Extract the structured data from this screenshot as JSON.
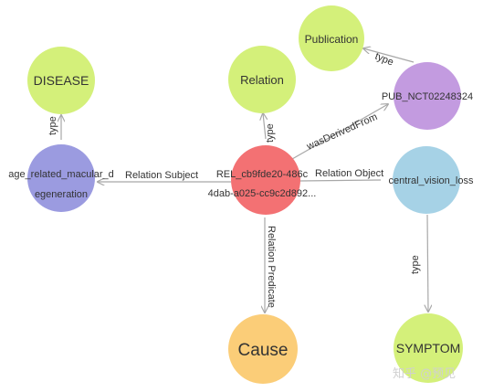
{
  "colors": {
    "disease": "#d4f07a",
    "relation_type": "#d4f07a",
    "publication": "#d4f07a",
    "symptom": "#d4f07a",
    "pub_node": "#c39be0",
    "condition": "#9b9be0",
    "relation_node": "#f37173",
    "central_vision": "#a6d2e6",
    "cause": "#fbcd78",
    "edge": "#a8a8a8"
  },
  "nodes": {
    "disease": "DISEASE",
    "relation": "Relation",
    "publication": "Publication",
    "pub_nct": "PUB_NCT02248324",
    "amd_line1": "age_related_macular_d",
    "amd_line2": "egeneration",
    "rel_line1": "REL_cb9fde20-486c",
    "rel_line2": "4dab-a025-cc9c2d892...",
    "central_vision_loss": "central_vision_loss",
    "cause": "Cause",
    "symptom": "SYMPTOM"
  },
  "edges": {
    "amd_type": "type",
    "rel_type": "type",
    "pub_type": "type",
    "was_derived_from": "wasDerivedFrom",
    "relation_subject": "Relation Subject",
    "relation_object": "Relation Object",
    "relation_predicate": "Relation Predicate",
    "cvl_type": "type"
  },
  "watermark": "知乎 @预见"
}
